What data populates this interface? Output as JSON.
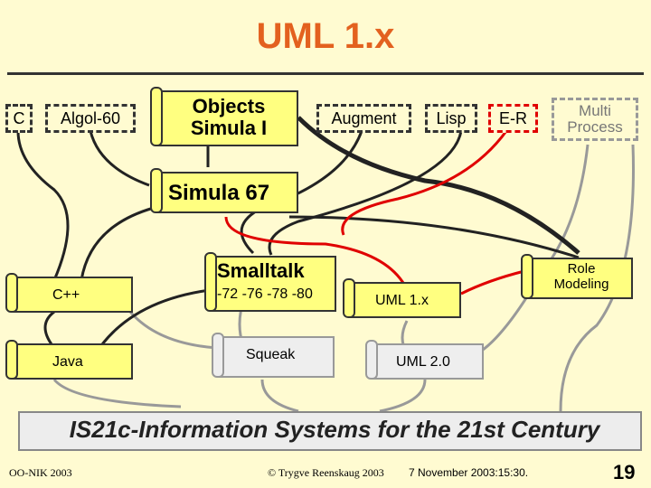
{
  "title": "UML 1.x",
  "top_row": {
    "c": "C",
    "algol": "Algol-60",
    "objects_line1": "Objects",
    "objects_line2": "Simula I",
    "augment": "Augment",
    "lisp": "Lisp",
    "er": "E-R",
    "multi_line1": "Multi",
    "multi_line2": "Process"
  },
  "simula67": "Simula 67",
  "smalltalk": "Smalltalk",
  "smalltalk_versions": "-72 -76 -78 -80",
  "cpp": "C++",
  "java": "Java",
  "squeak": "Squeak",
  "uml1x": "UML 1.x",
  "uml20": "UML 2.0",
  "role_line1": "Role",
  "role_line2": "Modeling",
  "footer": {
    "banner": "IS21c-Information  Systems for the 21st Century",
    "left": "OO-NIK 2003",
    "center": "© Trygve Reenskaug 2003",
    "date": "7 November 2003:15:30.",
    "page": "19"
  },
  "colors": {
    "title": "#e3611f",
    "highlight": "#e00000",
    "background": "#fffbd1",
    "scroll": "#ffff80"
  }
}
